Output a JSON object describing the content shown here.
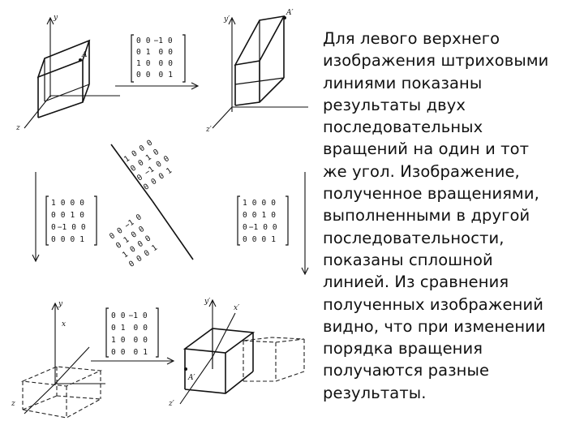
{
  "caption": {
    "lines": [
      "Для левого верхнего",
      "изображения штриховыми",
      "линиями показаны",
      "результаты двух",
      "последовательных",
      "вращений на один и тот",
      "же угол. Изображение,",
      "полученное вращениями,",
      "выполненными в другой",
      "последовательности,",
      "показаны сплошной",
      "линией. Из сравнения",
      "полученных изображений",
      "видно, что при изменении",
      "порядка вращения",
      "получаются разные",
      "результаты."
    ]
  },
  "matrices": {
    "top": [
      [
        "0",
        "0",
        "−1",
        "0"
      ],
      [
        "0",
        "1",
        "0",
        "0"
      ],
      [
        "1",
        "0",
        "0",
        "0"
      ],
      [
        "0",
        "0",
        "0",
        "1"
      ]
    ],
    "mid_left": [
      [
        "1",
        "0",
        "0",
        "0"
      ],
      [
        "0",
        "0",
        "1",
        "0"
      ],
      [
        "0",
        "−1",
        "0",
        "0"
      ],
      [
        "0",
        "0",
        "0",
        "1"
      ]
    ],
    "mid_right": [
      [
        "1",
        "0",
        "0",
        "0"
      ],
      [
        "0",
        "0",
        "1",
        "0"
      ],
      [
        "0",
        "−1",
        "0",
        "0"
      ],
      [
        "0",
        "0",
        "0",
        "1"
      ]
    ],
    "bottom": [
      [
        "0",
        "0",
        "−1",
        "0"
      ],
      [
        "0",
        "1",
        "0",
        "0"
      ],
      [
        "1",
        "0",
        "0",
        "0"
      ],
      [
        "0",
        "0",
        "0",
        "1"
      ]
    ]
  },
  "axis_labels": {
    "y": "y",
    "z": "z",
    "x": "x",
    "point": "A",
    "y_prime": "y′",
    "z_prime": "z′",
    "x_prime": "x′",
    "point_prime": "A′"
  }
}
